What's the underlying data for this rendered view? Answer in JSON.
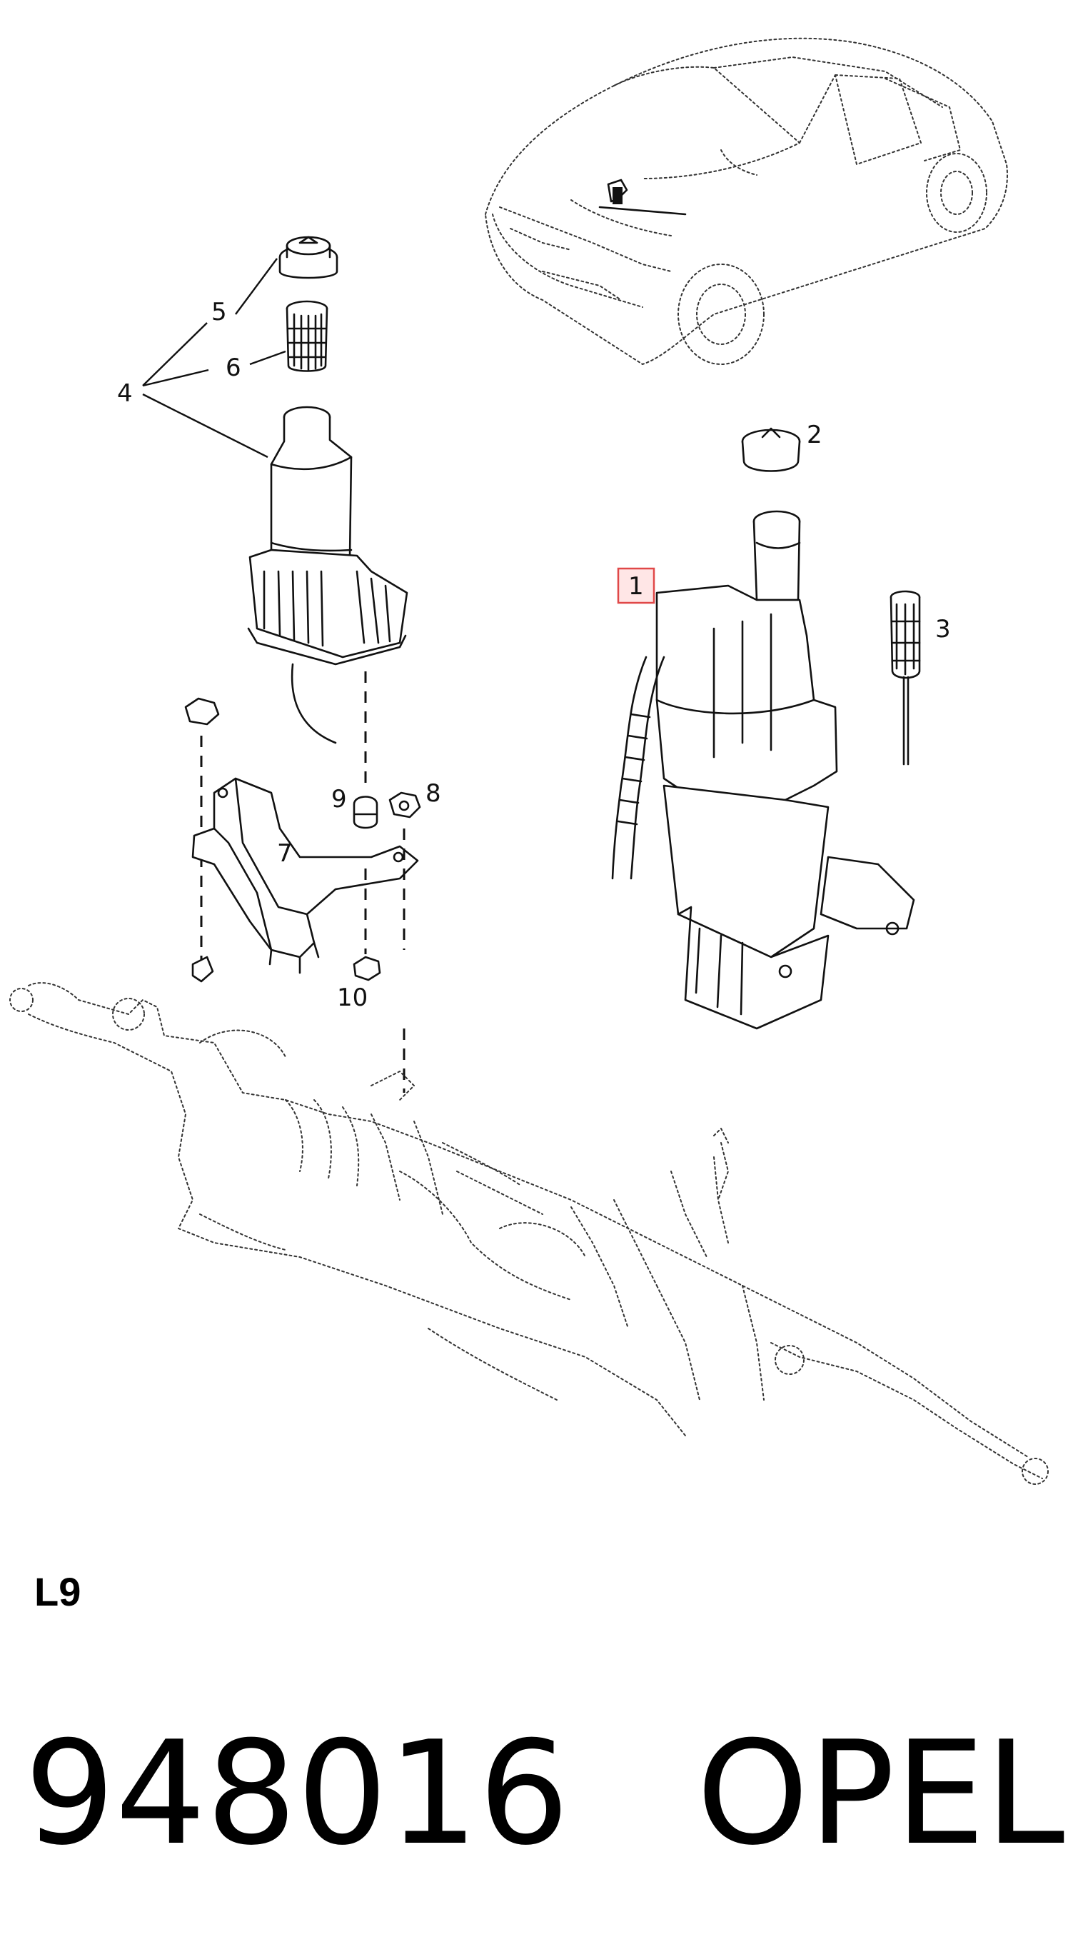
{
  "diagram": {
    "callouts": [
      "1",
      "2",
      "3",
      "4",
      "5",
      "6",
      "7",
      "8",
      "9",
      "10"
    ],
    "highlighted_callout": "1",
    "highlight_color": "#e04848"
  },
  "page": {
    "diagram_code": "L9",
    "part_number": "948016",
    "brand": "OPEL"
  }
}
